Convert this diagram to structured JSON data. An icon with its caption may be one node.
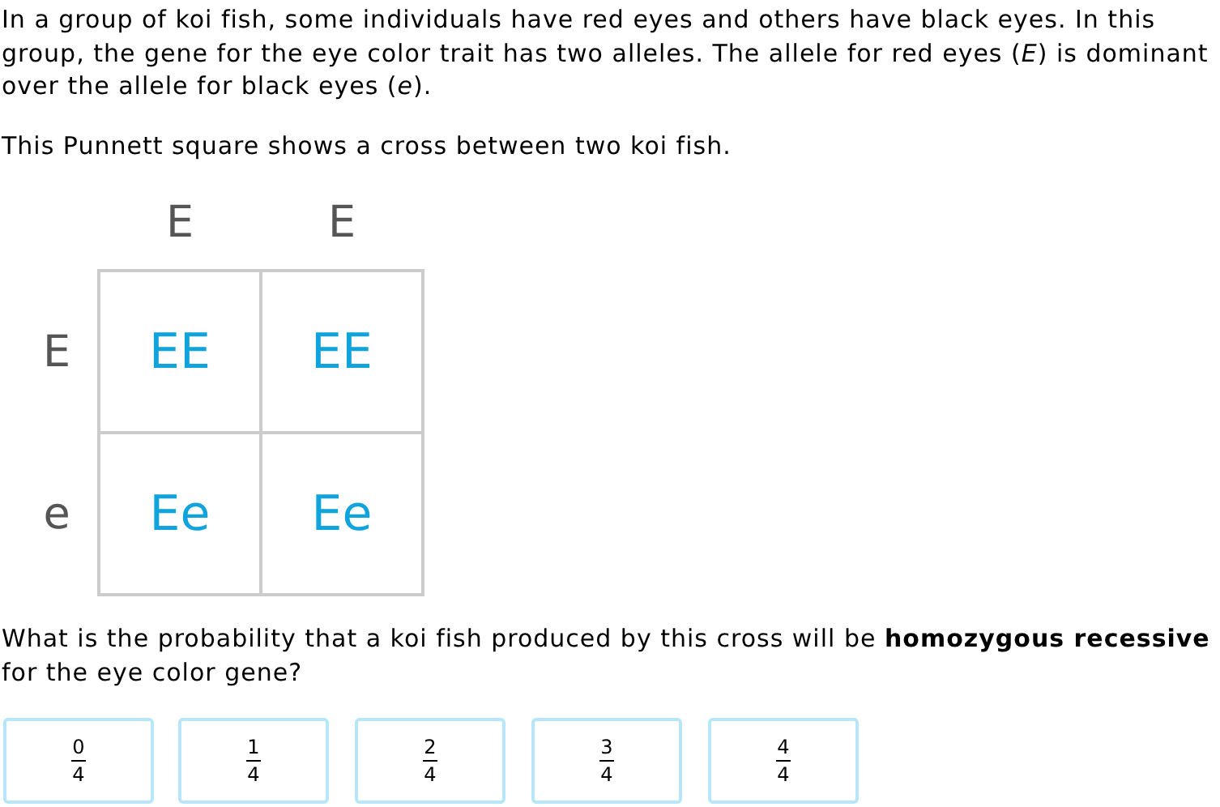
{
  "diagram": {
    "nodes": [
      {
        "text": [
          "EE"
        ]
      },
      {
        "text": [
          "EE"
        ]
      },
      {
        "text": [
          "Ee"
        ]
      },
      {
        "text": [
          "Ee"
        ]
      },
      {
        "text": [
          "0",
          "4"
        ]
      },
      {
        "text": [
          "1",
          "4"
        ]
      },
      {
        "text": [
          "2",
          "4"
        ]
      },
      {
        "text": [
          "3",
          "4"
        ]
      },
      {
        "text": [
          "4",
          "4"
        ]
      }
    ],
    "edges": [],
    "labels": [
      "In a group of koi fish, some individuals have red eyes and others have black eyes. In this group, the gene for the eye color trait has two alleles. The allele for red eyes (*E*) is dominant over the allele for black eyes (*e*).",
      "This Punnett square shows a cross between two koi fish.",
      "E",
      "E",
      "E",
      "e",
      "What is the probability that a koi fish produced by this cross will be **homozygous recessive** for the eye color gene?"
    ]
  }
}
